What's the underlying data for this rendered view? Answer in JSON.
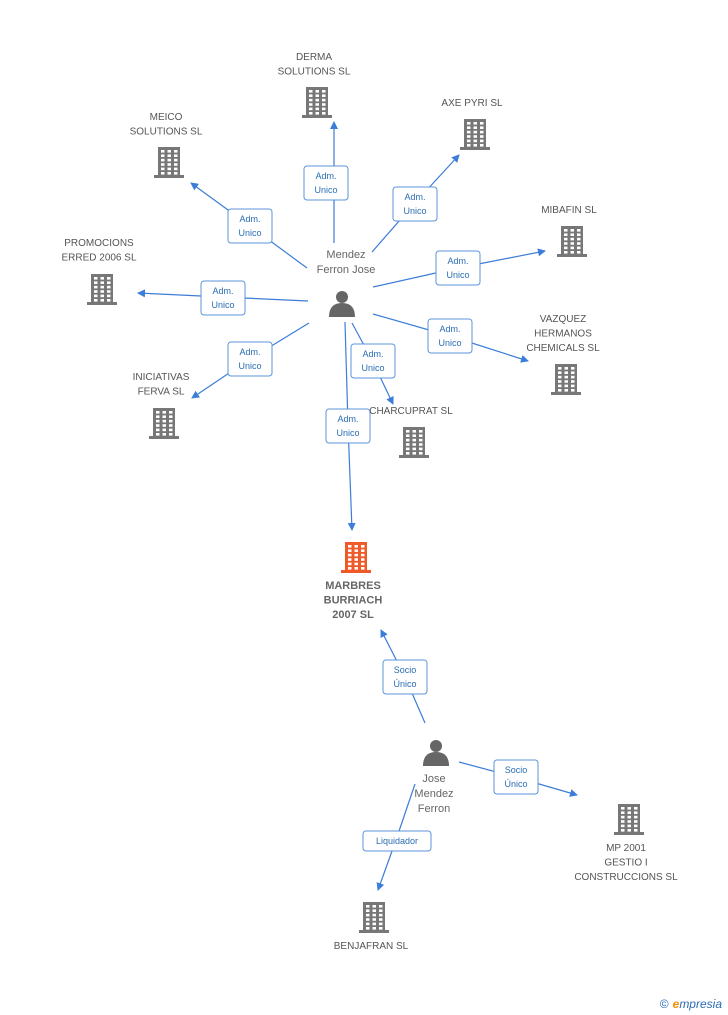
{
  "diagram": {
    "colors": {
      "edge": "#3b7dd8",
      "box_border": "#5b94d9",
      "company": "#777777",
      "focus": "#f05a28",
      "person": "#666666"
    },
    "persons": [
      {
        "id": "p1",
        "lines": [
          "Mendez",
          "Ferron Jose"
        ]
      },
      {
        "id": "p2",
        "lines": [
          "Jose",
          "Mendez",
          "Ferron"
        ]
      }
    ],
    "companies": [
      {
        "id": "derma",
        "lines": [
          "DERMA",
          "SOLUTIONS SL"
        ]
      },
      {
        "id": "meico",
        "lines": [
          "MEICO",
          "SOLUTIONS SL"
        ]
      },
      {
        "id": "axe",
        "lines": [
          "AXE PYRI SL"
        ]
      },
      {
        "id": "mibafin",
        "lines": [
          "MIBAFIN SL"
        ]
      },
      {
        "id": "promocions",
        "lines": [
          "PROMOCIONS",
          "ERRED 2006 SL"
        ]
      },
      {
        "id": "vazquez",
        "lines": [
          "VAZQUEZ",
          "HERMANOS",
          "CHEMICALS SL"
        ]
      },
      {
        "id": "iniciativas",
        "lines": [
          "INICIATIVAS",
          "FERVA SL"
        ]
      },
      {
        "id": "charcuprat",
        "lines": [
          "CHARCUPRAT SL"
        ]
      },
      {
        "id": "marbres",
        "lines": [
          "MARBRES",
          "BURRIACH",
          "2007 SL"
        ],
        "focus": true
      },
      {
        "id": "mp2001",
        "lines": [
          "MP 2001",
          "GESTIO I",
          "CONSTRUCCIONS SL"
        ]
      },
      {
        "id": "benjafran",
        "lines": [
          "BENJAFRAN SL"
        ]
      }
    ],
    "edges": [
      {
        "from": "p1",
        "to": "derma",
        "lines": [
          "Adm.",
          "Unico"
        ]
      },
      {
        "from": "p1",
        "to": "meico",
        "lines": [
          "Adm.",
          "Unico"
        ]
      },
      {
        "from": "p1",
        "to": "axe",
        "lines": [
          "Adm.",
          "Unico"
        ]
      },
      {
        "from": "p1",
        "to": "mibafin",
        "lines": [
          "Adm.",
          "Unico"
        ]
      },
      {
        "from": "p1",
        "to": "promocions",
        "lines": [
          "Adm.",
          "Unico"
        ]
      },
      {
        "from": "p1",
        "to": "vazquez",
        "lines": [
          "Adm.",
          "Unico"
        ]
      },
      {
        "from": "p1",
        "to": "iniciativas",
        "lines": [
          "Adm.",
          "Unico"
        ]
      },
      {
        "from": "p1",
        "to": "charcuprat",
        "lines": [
          "Adm.",
          "Unico"
        ]
      },
      {
        "from": "p1",
        "to": "marbres",
        "lines": [
          "Adm.",
          "Unico"
        ]
      },
      {
        "from": "p2",
        "to": "marbres",
        "lines": [
          "Socio",
          "Único"
        ]
      },
      {
        "from": "p2",
        "to": "mp2001",
        "lines": [
          "Socio",
          "Único"
        ]
      },
      {
        "from": "p2",
        "to": "benjafran",
        "lines": [
          "Liquidador"
        ]
      }
    ]
  },
  "footer": {
    "copyright_symbol": "©",
    "brand_initial": "e",
    "brand_rest": "mpresia"
  }
}
